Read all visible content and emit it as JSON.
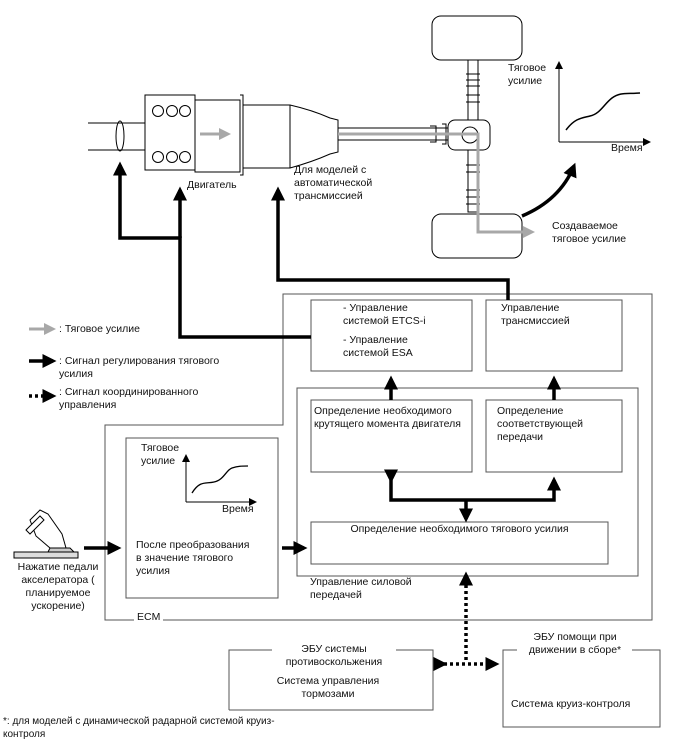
{
  "labels": {
    "engine": "Двигатель",
    "at_models": "Для моделей с\nавтоматической\nтрансмиссией",
    "traction_top": "Тяговое\nусилие",
    "time_top": "Время",
    "generated_traction": "Создаваемое\nтяговое усилие",
    "etcs": "- Управление\nсистемой ETCS-i",
    "esa": "- Управление\nсистемой ESA",
    "transmission_control": "Управление\nтрансмиссией",
    "engine_torque": "Определение необходимого\nкрутящего момента двигателя",
    "gear": "Определение\nсоответствующей\nпередачи",
    "required_traction": "Определение необходимого тягового усилия",
    "powertrain_control": "Управление силовой\nпередачей",
    "ecm": "ECM",
    "traction_ecm": "Тяговое\nусилие",
    "time_ecm": "Время",
    "conversion": "После преобразования\nв значение тягового\nусилия",
    "pedal": "Нажатие педали\nакселератора (\nпланируемое\nускорение)",
    "skid_ecu": "ЭБУ системы\nпротивоскольжения",
    "brake_system": "Система управления\nтормозами",
    "drive_assist_ecu": "ЭБУ помощи при\nдвижении в сборе*",
    "cruise_control": "Система круиз-контроля",
    "footnote": "*: для моделей с динамической радарной системой круиз-\nконтроля"
  },
  "legend": [
    {
      "label": ": Тяговое усилие",
      "style": "gray-arrow"
    },
    {
      "label": ": Сигнал регулирования тягового\nусилия",
      "style": "bold-arrow"
    },
    {
      "label": ": Сигнал координированного\nуправления",
      "style": "dotted-arrow"
    }
  ],
  "colors": {
    "gray_arrow": "#a8a8a8",
    "line": "#000000",
    "box": "#555555"
  }
}
